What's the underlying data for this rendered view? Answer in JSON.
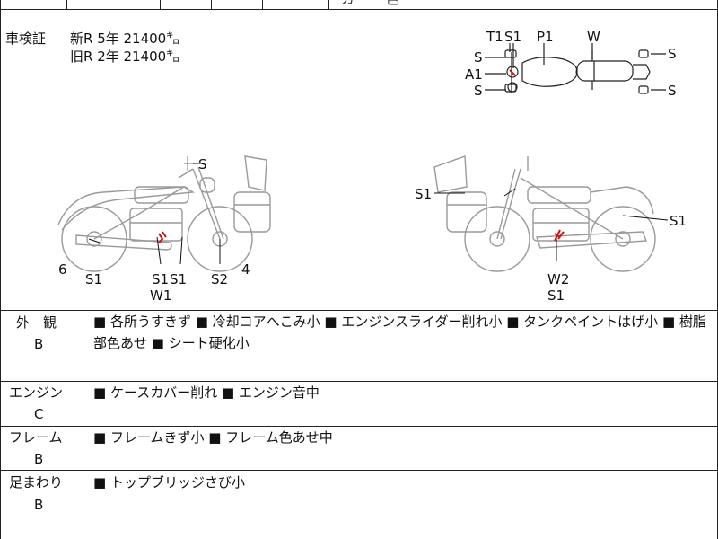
{
  "header": {
    "top_strip_text": "カ・ー 色"
  },
  "registration": {
    "label": "車検証",
    "new_line": "新R  5年  21400㌔",
    "old_line": "旧R  2年  21400㌔"
  },
  "top_view_labels": [
    "T1",
    "S1",
    "P1",
    "W",
    "S",
    "A1",
    "S",
    "S",
    "S"
  ],
  "left_side_labels": [
    "S",
    "6",
    "S1",
    "S1",
    "S1",
    "W1",
    "S2",
    "4"
  ],
  "right_side_labels": [
    "S1",
    "S1",
    "W2",
    "S1"
  ],
  "inspection": [
    {
      "label": "外　観",
      "grade": "B",
      "remarks": "■ 各所うすきず ■ 冷却コアへこみ小 ■ エンジンスライダー削れ小 ■ タンクペイントはげ小 ■ 樹脂部色あせ ■ シート硬化小"
    },
    {
      "label": "エンジン",
      "grade": "C",
      "remarks": "■ ケースカバー削れ ■ エンジン音中"
    },
    {
      "label": "フレーム",
      "grade": "B",
      "remarks": "■ フレームきず小 ■ フレーム色あせ中"
    },
    {
      "label": "足まわり",
      "grade": "B",
      "remarks": "■ トップブリッジさび小"
    }
  ],
  "colors": {
    "line": "#222222",
    "damage_mark": "#d01010"
  }
}
